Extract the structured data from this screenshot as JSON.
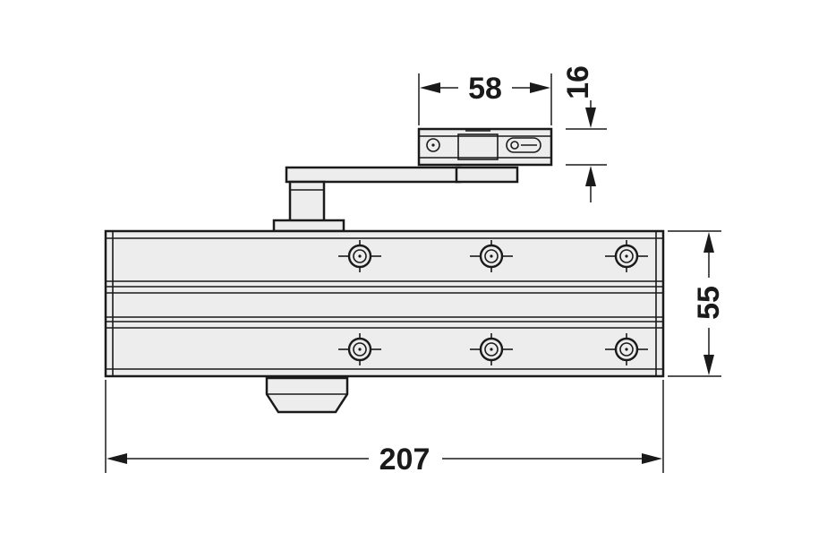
{
  "diagram": {
    "dimensions": {
      "overall_length": "207",
      "body_height": "55",
      "shoe_width": "58",
      "shoe_height": "16"
    },
    "colors": {
      "line": "#1a1a1a",
      "fill": "#ededed",
      "background": "#ffffff"
    }
  }
}
